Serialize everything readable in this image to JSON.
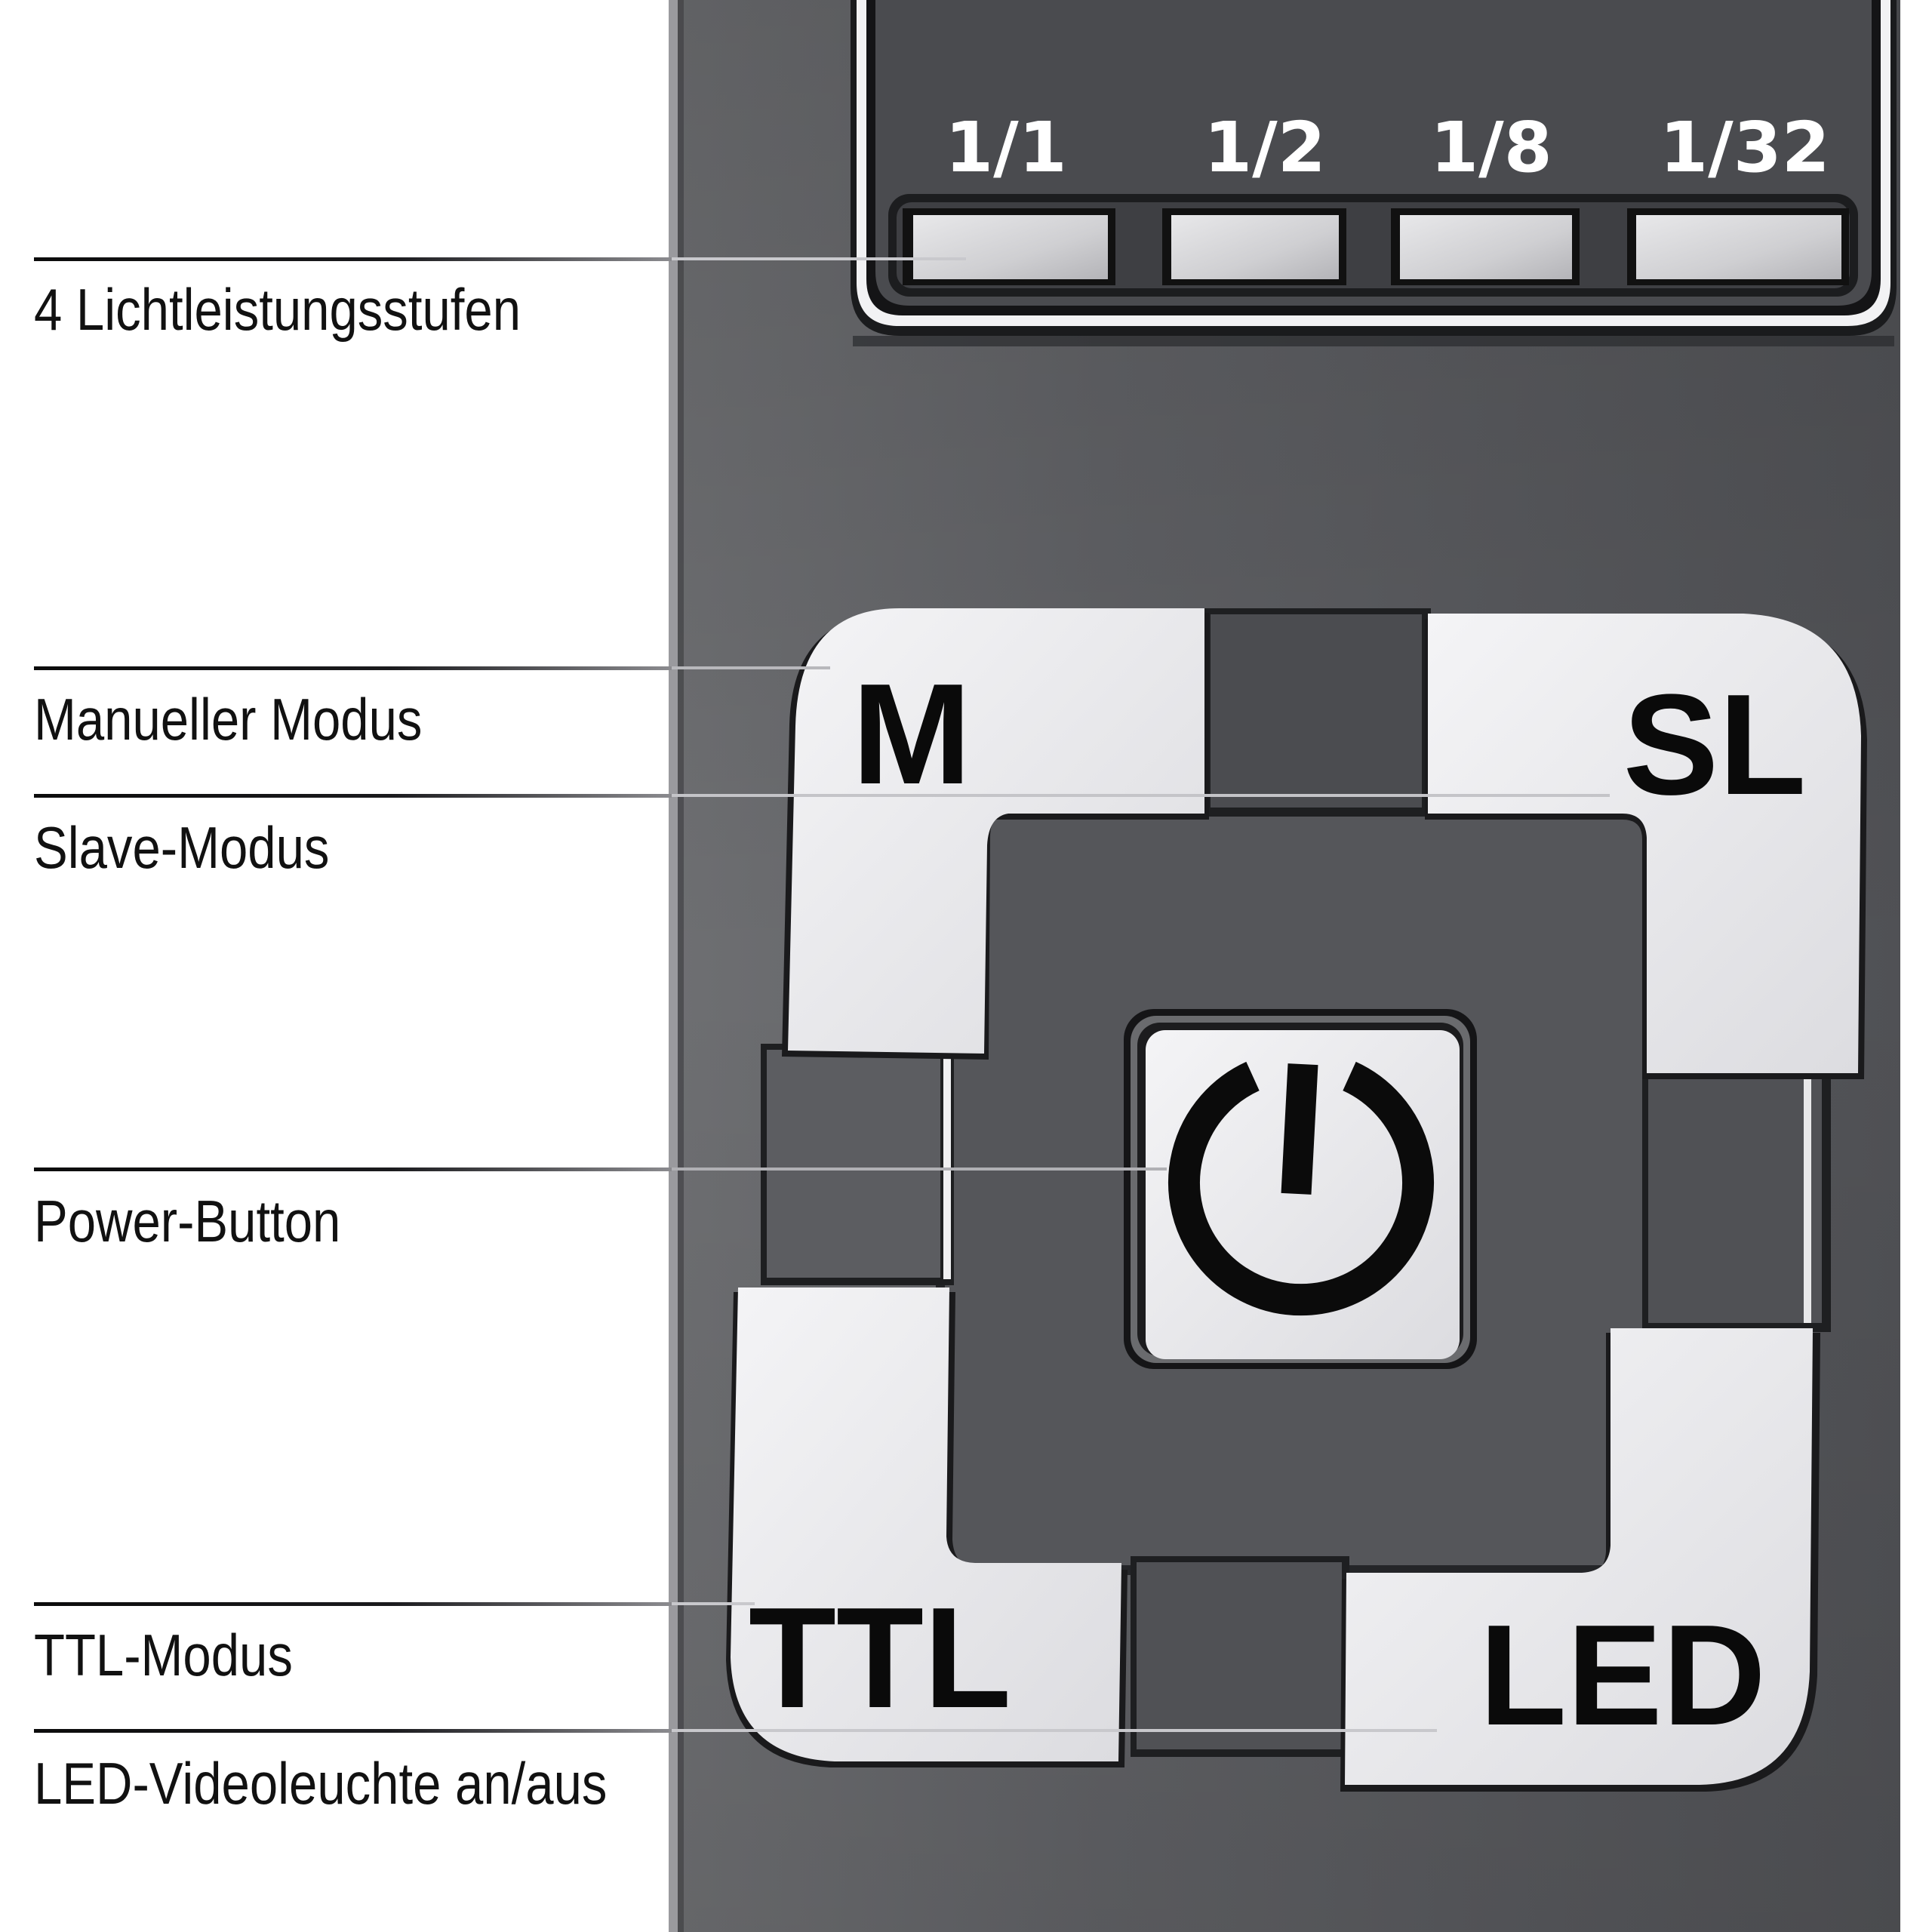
{
  "callouts": [
    {
      "id": "light-output-levels",
      "label": "4 Lichtleistungsstufen"
    },
    {
      "id": "manual-mode",
      "label": "Manueller Modus"
    },
    {
      "id": "slave-mode",
      "label": "Slave-Modus"
    },
    {
      "id": "power-button",
      "label": "Power-Button"
    },
    {
      "id": "ttl-mode",
      "label": "TTL-Modus"
    },
    {
      "id": "led-video-light",
      "label": "LED-Videoleuchte an/aus"
    }
  ],
  "power_levels": {
    "labels": [
      "1/1",
      "1/2",
      "1/8",
      "1/32"
    ]
  },
  "keypad": {
    "manual": "M",
    "slave": "SL",
    "ttl": "TTL",
    "led": "LED",
    "power_icon": "power-icon"
  },
  "colors": {
    "background": "#ffffff",
    "panel": "#5a5b5f",
    "panel_light": "#6c6d70",
    "button_face": "#eeeef0",
    "label_text": "#111111",
    "key_text": "#0a0a0a",
    "led_label_text": "#ffffff"
  }
}
